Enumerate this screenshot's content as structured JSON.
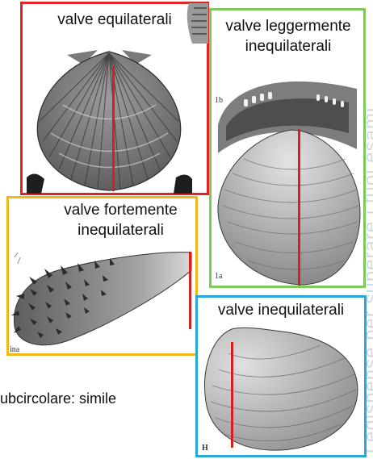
{
  "panels": {
    "equilateral": {
      "title": "valve equilaterali",
      "border_color": "#e02424"
    },
    "slightly_inequilateral": {
      "title_line1": "valve leggermente",
      "title_line2": "inequilaterali",
      "border_color": "#7ec85c",
      "fig_label_top": "1b",
      "fig_label_bottom": "1a"
    },
    "strongly_inequilateral": {
      "title_line1": "valve fortemente",
      "title_line2": "inequilaterali",
      "border_color": "#f2b51a",
      "fig_label": "ina"
    },
    "inequilateral": {
      "title": "valve inequilaterali",
      "border_color": "#2aa8dc",
      "fig_label": "H"
    }
  },
  "axis_line_color": "#d61f1f",
  "caption_fragment": "ubcircolare: simile",
  "watermark_text": "i edispense per superare i tuoi esami",
  "icons": [
    "scallop-shell-illustration",
    "clam-shell-illustration",
    "spiny-shell-illustration",
    "elongated-clam-illustration",
    "watermark-logo-icon"
  ]
}
